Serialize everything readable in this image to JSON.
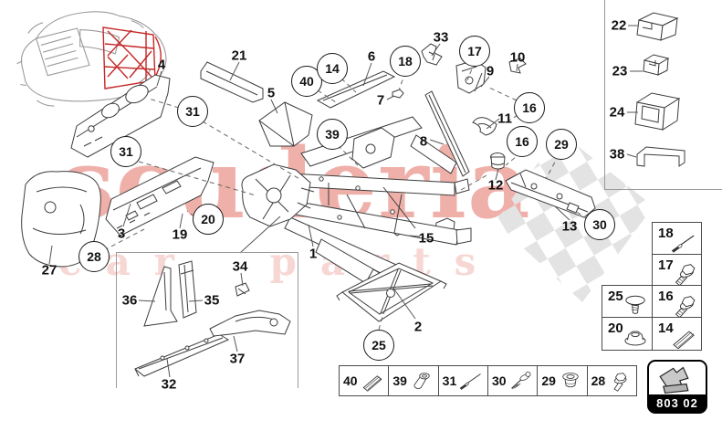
{
  "page": {
    "catalog_code": "803 02"
  },
  "watermark": {
    "line1": "scuderia",
    "line2": "car parts"
  },
  "balloons": [
    {
      "label": "31"
    },
    {
      "label": "31"
    },
    {
      "label": "40"
    },
    {
      "label": "14"
    },
    {
      "label": "18"
    },
    {
      "label": "17"
    },
    {
      "label": "16"
    },
    {
      "label": "39"
    },
    {
      "label": "16"
    },
    {
      "label": "29"
    },
    {
      "label": "20"
    },
    {
      "label": "28"
    },
    {
      "label": "30"
    },
    {
      "label": "25"
    }
  ],
  "labels": [
    {
      "label": "4"
    },
    {
      "label": "21"
    },
    {
      "label": "5"
    },
    {
      "label": "6"
    },
    {
      "label": "7"
    },
    {
      "label": "33"
    },
    {
      "label": "9"
    },
    {
      "label": "10"
    },
    {
      "label": "11"
    },
    {
      "label": "8"
    },
    {
      "label": "12"
    },
    {
      "label": "13"
    },
    {
      "label": "3"
    },
    {
      "label": "19"
    },
    {
      "label": "27"
    },
    {
      "label": "1"
    },
    {
      "label": "15"
    },
    {
      "label": "34"
    },
    {
      "label": "36"
    },
    {
      "label": "35"
    },
    {
      "label": "32"
    },
    {
      "label": "37"
    },
    {
      "label": "2"
    }
  ],
  "side_column": {
    "items": [
      {
        "label": "22"
      },
      {
        "label": "23"
      },
      {
        "label": "24"
      },
      {
        "label": "38"
      }
    ]
  },
  "fastener_table": {
    "cells": [
      {
        "label": "18",
        "icon": "blind-rivet-icon"
      },
      {
        "label": "17",
        "icon": "flanged-bolt-icon"
      },
      {
        "label": "25",
        "icon": "plastic-rivet-icon"
      },
      {
        "label": "16",
        "icon": "flanged-bolt-icon"
      },
      {
        "label": "20",
        "icon": "flange-nut-icon"
      },
      {
        "label": "14",
        "icon": "splined-pin-icon"
      }
    ]
  },
  "bottom_strip": {
    "cells": [
      {
        "label": "40",
        "icon": "splined-pin-icon"
      },
      {
        "label": "39",
        "icon": "rivet-nut-icon"
      },
      {
        "label": "31",
        "icon": "blind-rivet-icon"
      },
      {
        "label": "30",
        "icon": "screw-washer-icon"
      },
      {
        "label": "29",
        "icon": "grommet-icon"
      },
      {
        "label": "28",
        "icon": "flanged-bolt-icon"
      }
    ]
  },
  "colors": {
    "watermark_red": "#efb0aa",
    "watermark_red_light": "#f7d7d4",
    "checker_gray": "#e3e3e3",
    "highlight_red": "#c62828"
  }
}
